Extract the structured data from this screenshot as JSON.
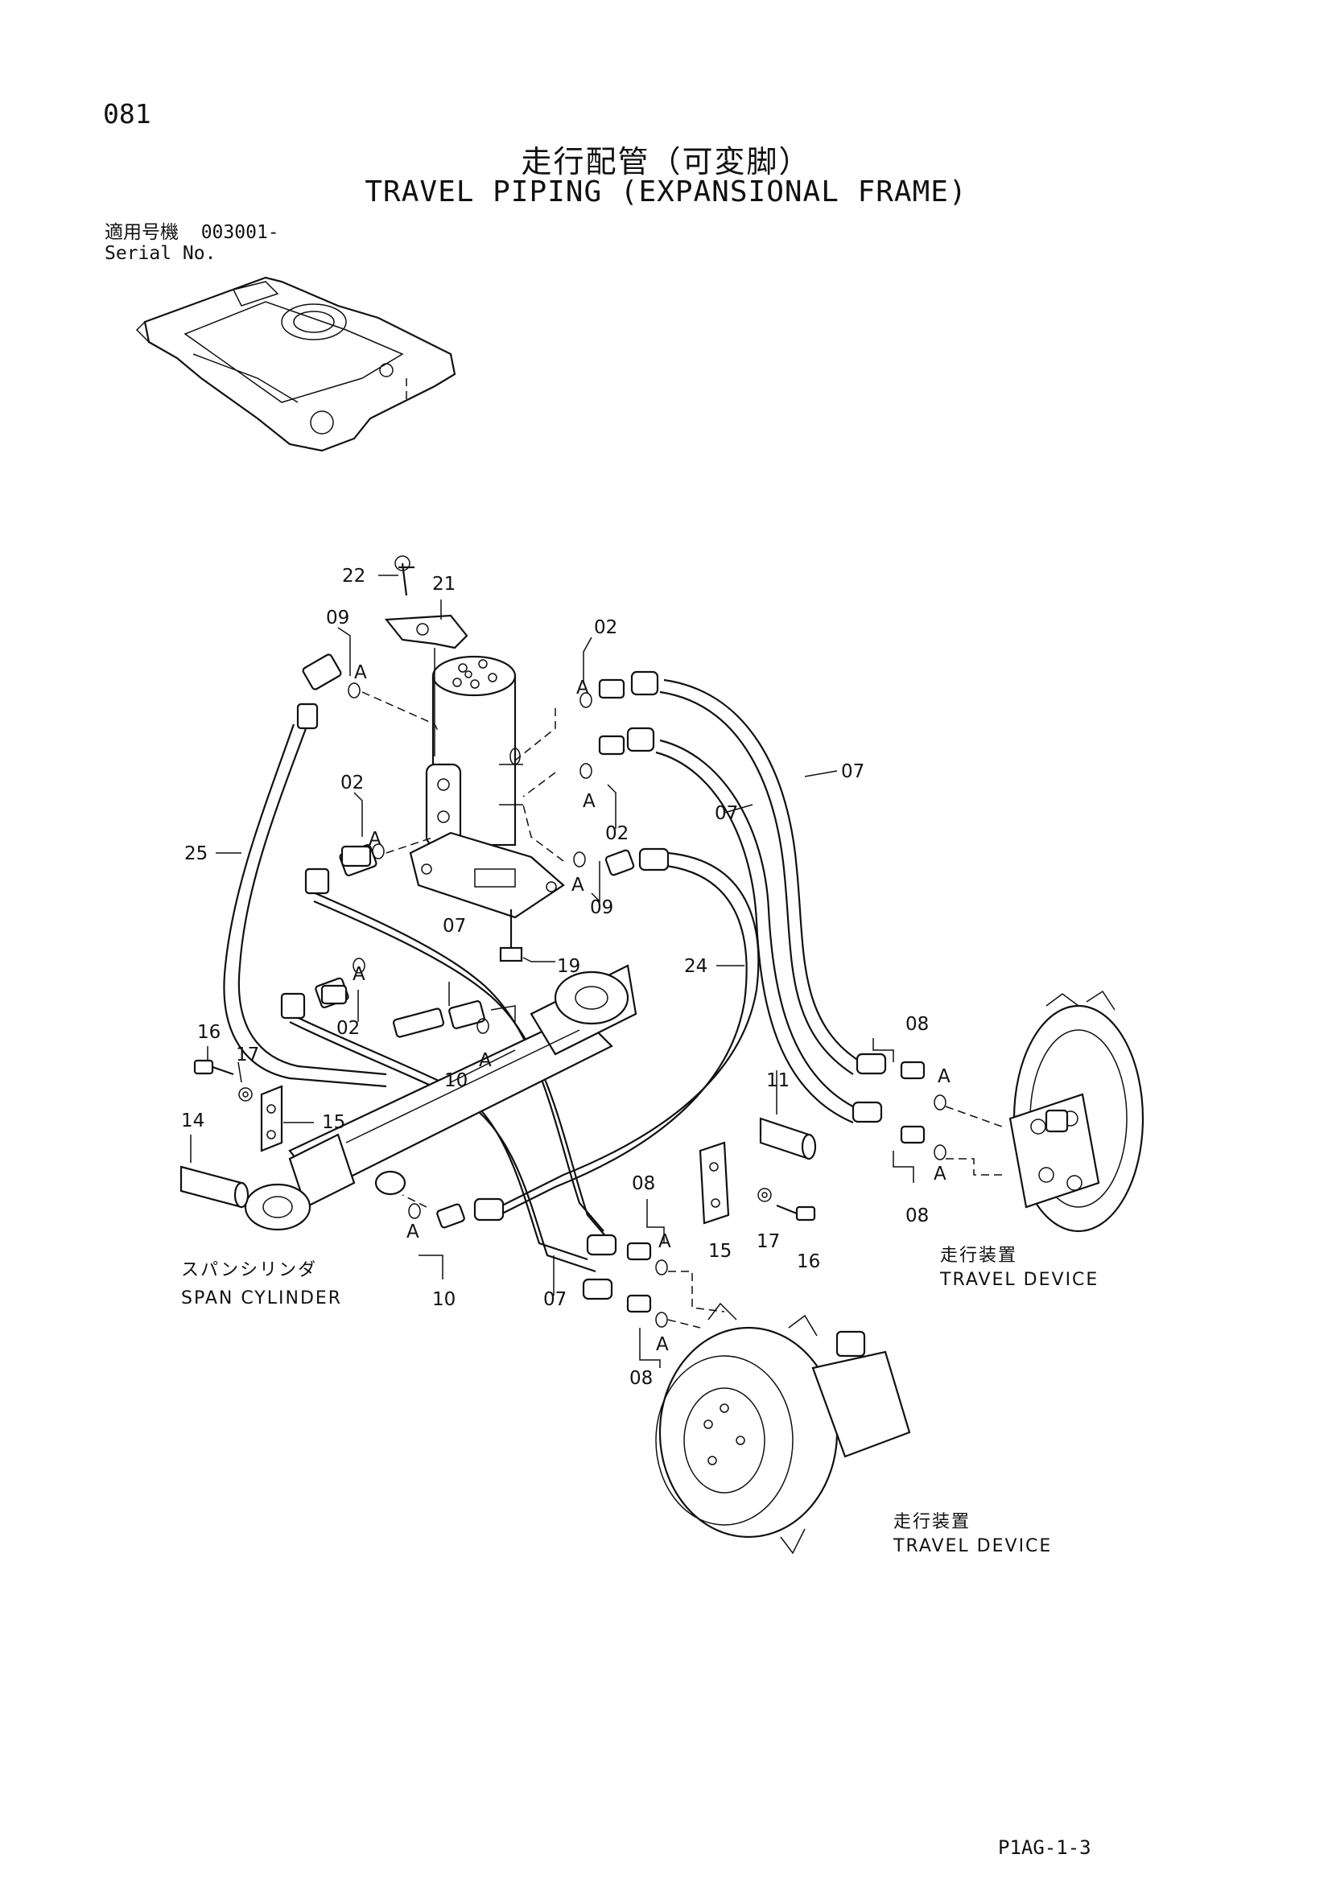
{
  "page_number": "081",
  "title_ja": "走行配管（可変脚）",
  "title_en": "TRAVEL PIPING (EXPANSIONAL FRAME)",
  "serial": {
    "label_ja": "適用号機",
    "value": "003001-",
    "label_en": "Serial No."
  },
  "footer_code": "P1AG-1-3",
  "labels": {
    "l22": "22",
    "l21": "21",
    "l09a": "09",
    "l09b": "09",
    "l02a": "02",
    "l02b": "02",
    "l02c": "02",
    "l02d": "02",
    "l07a": "07",
    "l07b": "07",
    "l07c": "07",
    "l07d": "07",
    "l25": "25",
    "l24": "24",
    "l19": "19",
    "l16a": "16",
    "l16b": "16",
    "l17a": "17",
    "l17b": "17",
    "l14": "14",
    "l15a": "15",
    "l15b": "15",
    "l10a": "10",
    "l10b": "10",
    "l11": "11",
    "l08a": "08",
    "l08b": "08",
    "l08c": "08",
    "l08d": "08",
    "A": "A"
  },
  "captions": {
    "span_cylinder_ja": "スパンシリンダ",
    "span_cylinder_en": "SPAN CYLINDER",
    "travel_device_ja": "走行装置",
    "travel_device_en": "TRAVEL DEVICE"
  }
}
